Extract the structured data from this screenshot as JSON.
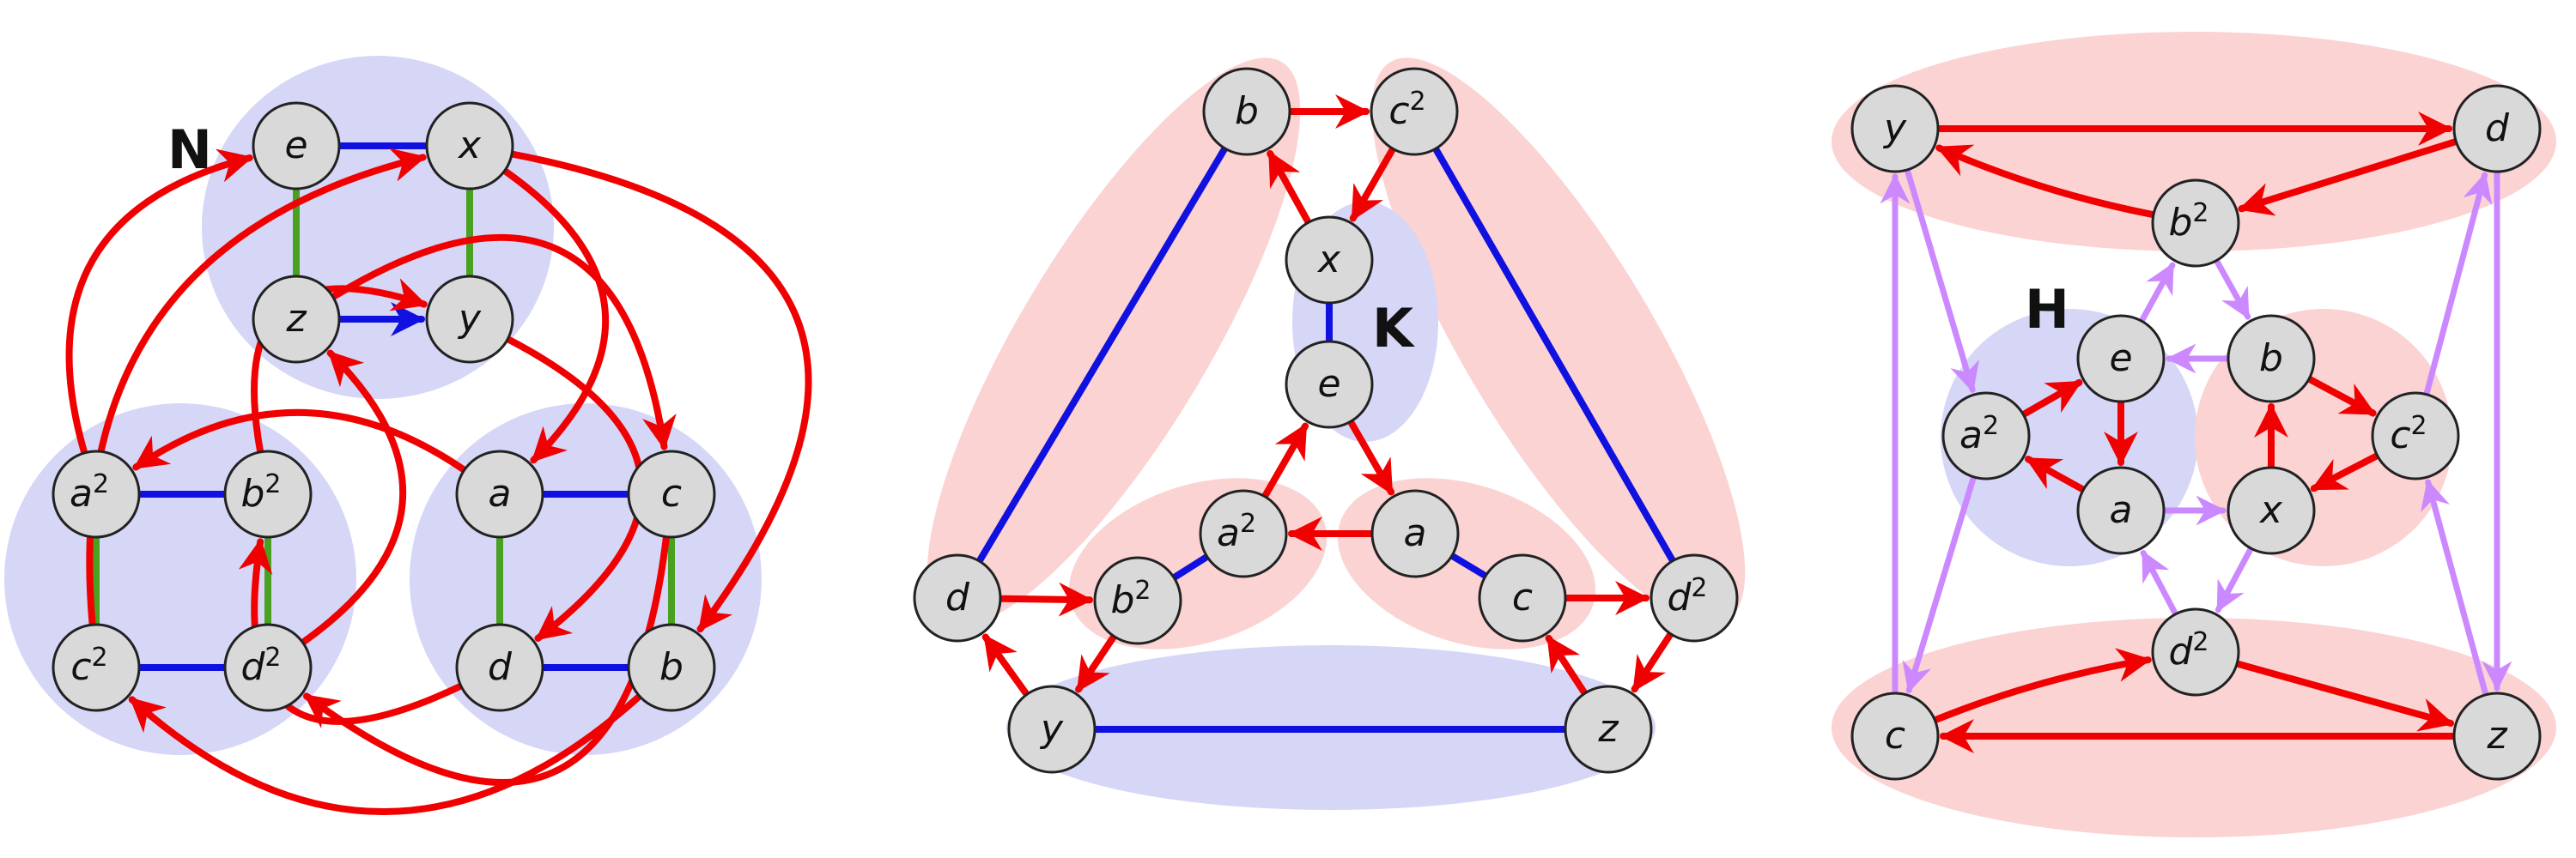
{
  "colors": {
    "blue_blob": "#d6d6f7",
    "pink_blob": "#fbd3d3",
    "red_edge": "#f00000",
    "blue_edge": "#1010e0",
    "green_edge": "#4aa020",
    "violet_edge": "#cc88ff",
    "node_fill": "#d9d9d9"
  },
  "diagrams": [
    {
      "label": "N",
      "nodes": [
        {
          "id": "e",
          "base": "e",
          "sup": ""
        },
        {
          "id": "x",
          "base": "x",
          "sup": ""
        },
        {
          "id": "z",
          "base": "z",
          "sup": ""
        },
        {
          "id": "y",
          "base": "y",
          "sup": ""
        },
        {
          "id": "a2",
          "base": "a",
          "sup": "2"
        },
        {
          "id": "b2",
          "base": "b",
          "sup": "2"
        },
        {
          "id": "c2",
          "base": "c",
          "sup": "2"
        },
        {
          "id": "d2",
          "base": "d",
          "sup": "2"
        },
        {
          "id": "a",
          "base": "a",
          "sup": ""
        },
        {
          "id": "c",
          "base": "c",
          "sup": ""
        },
        {
          "id": "d",
          "base": "d",
          "sup": ""
        },
        {
          "id": "b",
          "base": "b",
          "sup": ""
        }
      ],
      "edges": [
        {
          "from": "e",
          "to": "x",
          "type": "blue"
        },
        {
          "from": "z",
          "to": "y",
          "type": "blue",
          "arrow": true
        },
        {
          "from": "e",
          "to": "z",
          "type": "green"
        },
        {
          "from": "x",
          "to": "y",
          "type": "green"
        },
        {
          "from": "a2",
          "to": "b2",
          "type": "blue"
        },
        {
          "from": "c2",
          "to": "d2",
          "type": "blue"
        },
        {
          "from": "a2",
          "to": "c2",
          "type": "green"
        },
        {
          "from": "b2",
          "to": "d2",
          "type": "green"
        },
        {
          "from": "a",
          "to": "c",
          "type": "blue"
        },
        {
          "from": "d",
          "to": "b",
          "type": "blue"
        },
        {
          "from": "a",
          "to": "d",
          "type": "green"
        },
        {
          "from": "c",
          "to": "b",
          "type": "green"
        },
        {
          "from": "a2",
          "to": "e",
          "type": "red"
        },
        {
          "from": "x",
          "to": "a",
          "type": "red"
        },
        {
          "from": "x",
          "to": "b",
          "type": "red"
        },
        {
          "from": "z",
          "to": "c",
          "type": "red"
        },
        {
          "from": "y",
          "to": "d",
          "type": "red"
        },
        {
          "from": "b2",
          "to": "y",
          "type": "red"
        },
        {
          "from": "c2",
          "to": "x",
          "type": "red"
        },
        {
          "from": "a",
          "to": "a2",
          "type": "red"
        },
        {
          "from": "d2",
          "to": "z",
          "type": "red"
        },
        {
          "from": "d",
          "to": "b2",
          "type": "red"
        },
        {
          "from": "c",
          "to": "d2",
          "type": "red"
        },
        {
          "from": "b",
          "to": "c2",
          "type": "red"
        }
      ]
    },
    {
      "label": "K",
      "nodes": [
        {
          "id": "b",
          "base": "b",
          "sup": ""
        },
        {
          "id": "c2",
          "base": "c",
          "sup": "2"
        },
        {
          "id": "x",
          "base": "x",
          "sup": ""
        },
        {
          "id": "e",
          "base": "e",
          "sup": ""
        },
        {
          "id": "a2",
          "base": "a",
          "sup": "2"
        },
        {
          "id": "a",
          "base": "a",
          "sup": ""
        },
        {
          "id": "d",
          "base": "d",
          "sup": ""
        },
        {
          "id": "b2",
          "base": "b",
          "sup": "2"
        },
        {
          "id": "c",
          "base": "c",
          "sup": ""
        },
        {
          "id": "d2",
          "base": "d",
          "sup": "2"
        },
        {
          "id": "y",
          "base": "y",
          "sup": ""
        },
        {
          "id": "z",
          "base": "z",
          "sup": ""
        }
      ],
      "edges": [
        {
          "from": "b",
          "to": "c2",
          "type": "red"
        },
        {
          "from": "c2",
          "to": "x",
          "type": "red"
        },
        {
          "from": "x",
          "to": "b",
          "type": "red"
        },
        {
          "from": "x",
          "to": "e",
          "type": "blue"
        },
        {
          "from": "e",
          "to": "a",
          "type": "red"
        },
        {
          "from": "a",
          "to": "a2",
          "type": "red"
        },
        {
          "from": "a2",
          "to": "e",
          "type": "red"
        },
        {
          "from": "a2",
          "to": "b2",
          "type": "blue"
        },
        {
          "from": "a",
          "to": "c",
          "type": "blue"
        },
        {
          "from": "b",
          "to": "d",
          "type": "blue"
        },
        {
          "from": "c2",
          "to": "d2",
          "type": "blue"
        },
        {
          "from": "y",
          "to": "z",
          "type": "blue"
        },
        {
          "from": "d",
          "to": "b2",
          "type": "red"
        },
        {
          "from": "b2",
          "to": "y",
          "type": "red"
        },
        {
          "from": "y",
          "to": "d",
          "type": "red"
        },
        {
          "from": "c",
          "to": "d2",
          "type": "red"
        },
        {
          "from": "d2",
          "to": "z",
          "type": "red"
        },
        {
          "from": "z",
          "to": "c",
          "type": "red"
        }
      ]
    },
    {
      "label": "H",
      "nodes": [
        {
          "id": "y",
          "base": "y",
          "sup": ""
        },
        {
          "id": "d",
          "base": "d",
          "sup": ""
        },
        {
          "id": "b2",
          "base": "b",
          "sup": "2"
        },
        {
          "id": "e",
          "base": "e",
          "sup": ""
        },
        {
          "id": "b",
          "base": "b",
          "sup": ""
        },
        {
          "id": "a2",
          "base": "a",
          "sup": "2"
        },
        {
          "id": "c2",
          "base": "c",
          "sup": "2"
        },
        {
          "id": "a",
          "base": "a",
          "sup": ""
        },
        {
          "id": "x",
          "base": "x",
          "sup": ""
        },
        {
          "id": "d2",
          "base": "d",
          "sup": "2"
        },
        {
          "id": "c",
          "base": "c",
          "sup": ""
        },
        {
          "id": "z",
          "base": "z",
          "sup": ""
        }
      ],
      "edges": [
        {
          "from": "y",
          "to": "d",
          "type": "red"
        },
        {
          "from": "d",
          "to": "b2",
          "type": "red"
        },
        {
          "from": "b2",
          "to": "y",
          "type": "red"
        },
        {
          "from": "d2",
          "to": "z",
          "type": "red"
        },
        {
          "from": "z",
          "to": "c",
          "type": "red"
        },
        {
          "from": "c",
          "to": "d2",
          "type": "red"
        },
        {
          "from": "e",
          "to": "a",
          "type": "red"
        },
        {
          "from": "a",
          "to": "a2",
          "type": "red"
        },
        {
          "from": "a2",
          "to": "e",
          "type": "red"
        },
        {
          "from": "x",
          "to": "b",
          "type": "red"
        },
        {
          "from": "b",
          "to": "c2",
          "type": "red"
        },
        {
          "from": "c2",
          "to": "x",
          "type": "red"
        },
        {
          "from": "b",
          "to": "e",
          "type": "violet"
        },
        {
          "from": "a",
          "to": "x",
          "type": "violet"
        },
        {
          "from": "e",
          "to": "b2",
          "type": "violet"
        },
        {
          "from": "b2",
          "to": "b",
          "type": "violet"
        },
        {
          "from": "x",
          "to": "d2",
          "type": "violet"
        },
        {
          "from": "d2",
          "to": "a",
          "type": "violet"
        },
        {
          "from": "y",
          "to": "a2",
          "type": "violet"
        },
        {
          "from": "a2",
          "to": "c",
          "type": "violet"
        },
        {
          "from": "c",
          "to": "y",
          "type": "violet"
        },
        {
          "from": "d",
          "to": "z",
          "type": "violet"
        },
        {
          "from": "z",
          "to": "c2",
          "type": "violet"
        },
        {
          "from": "c2",
          "to": "d",
          "type": "violet"
        }
      ]
    }
  ]
}
